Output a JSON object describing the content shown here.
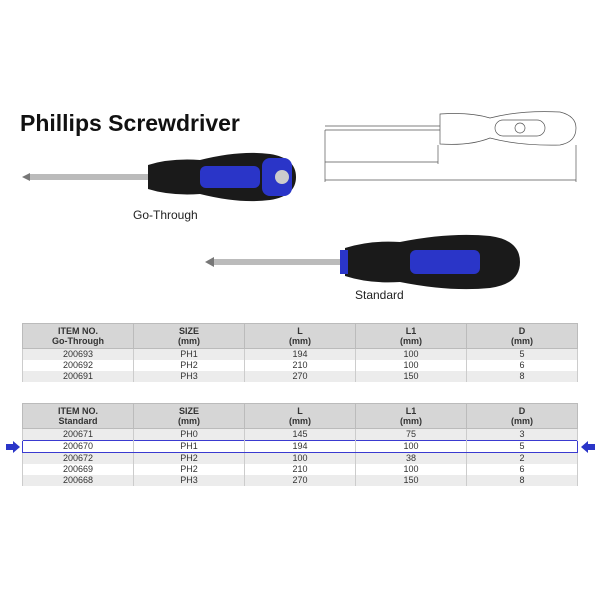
{
  "title": "Phillips Screwdriver",
  "captions": {
    "go_through": "Go-Through",
    "standard": "Standard"
  },
  "colors": {
    "accent": "#2a35c8",
    "handle": "#1a1a1a"
  },
  "columns": {
    "size": "SIZE",
    "l": "L",
    "l1": "L1",
    "d": "D",
    "unit": "(mm)",
    "item": "ITEM NO."
  },
  "tables": [
    {
      "group": "Go-Through",
      "rows": [
        [
          "200693",
          "PH1",
          "194",
          "100",
          "5"
        ],
        [
          "200692",
          "PH2",
          "210",
          "100",
          "6"
        ],
        [
          "200691",
          "PH3",
          "270",
          "150",
          "8"
        ]
      ]
    },
    {
      "group": "Standard",
      "highlight_row": 1,
      "rows": [
        [
          "200671",
          "PH0",
          "145",
          "75",
          "3"
        ],
        [
          "200670",
          "PH1",
          "194",
          "100",
          "5"
        ],
        [
          "200672",
          "PH2",
          "100",
          "38",
          "2"
        ],
        [
          "200669",
          "PH2",
          "210",
          "100",
          "6"
        ],
        [
          "200668",
          "PH3",
          "270",
          "150",
          "8"
        ]
      ]
    }
  ],
  "icons": {
    "left": "arrow-right-icon",
    "right": "arrow-left-icon"
  }
}
